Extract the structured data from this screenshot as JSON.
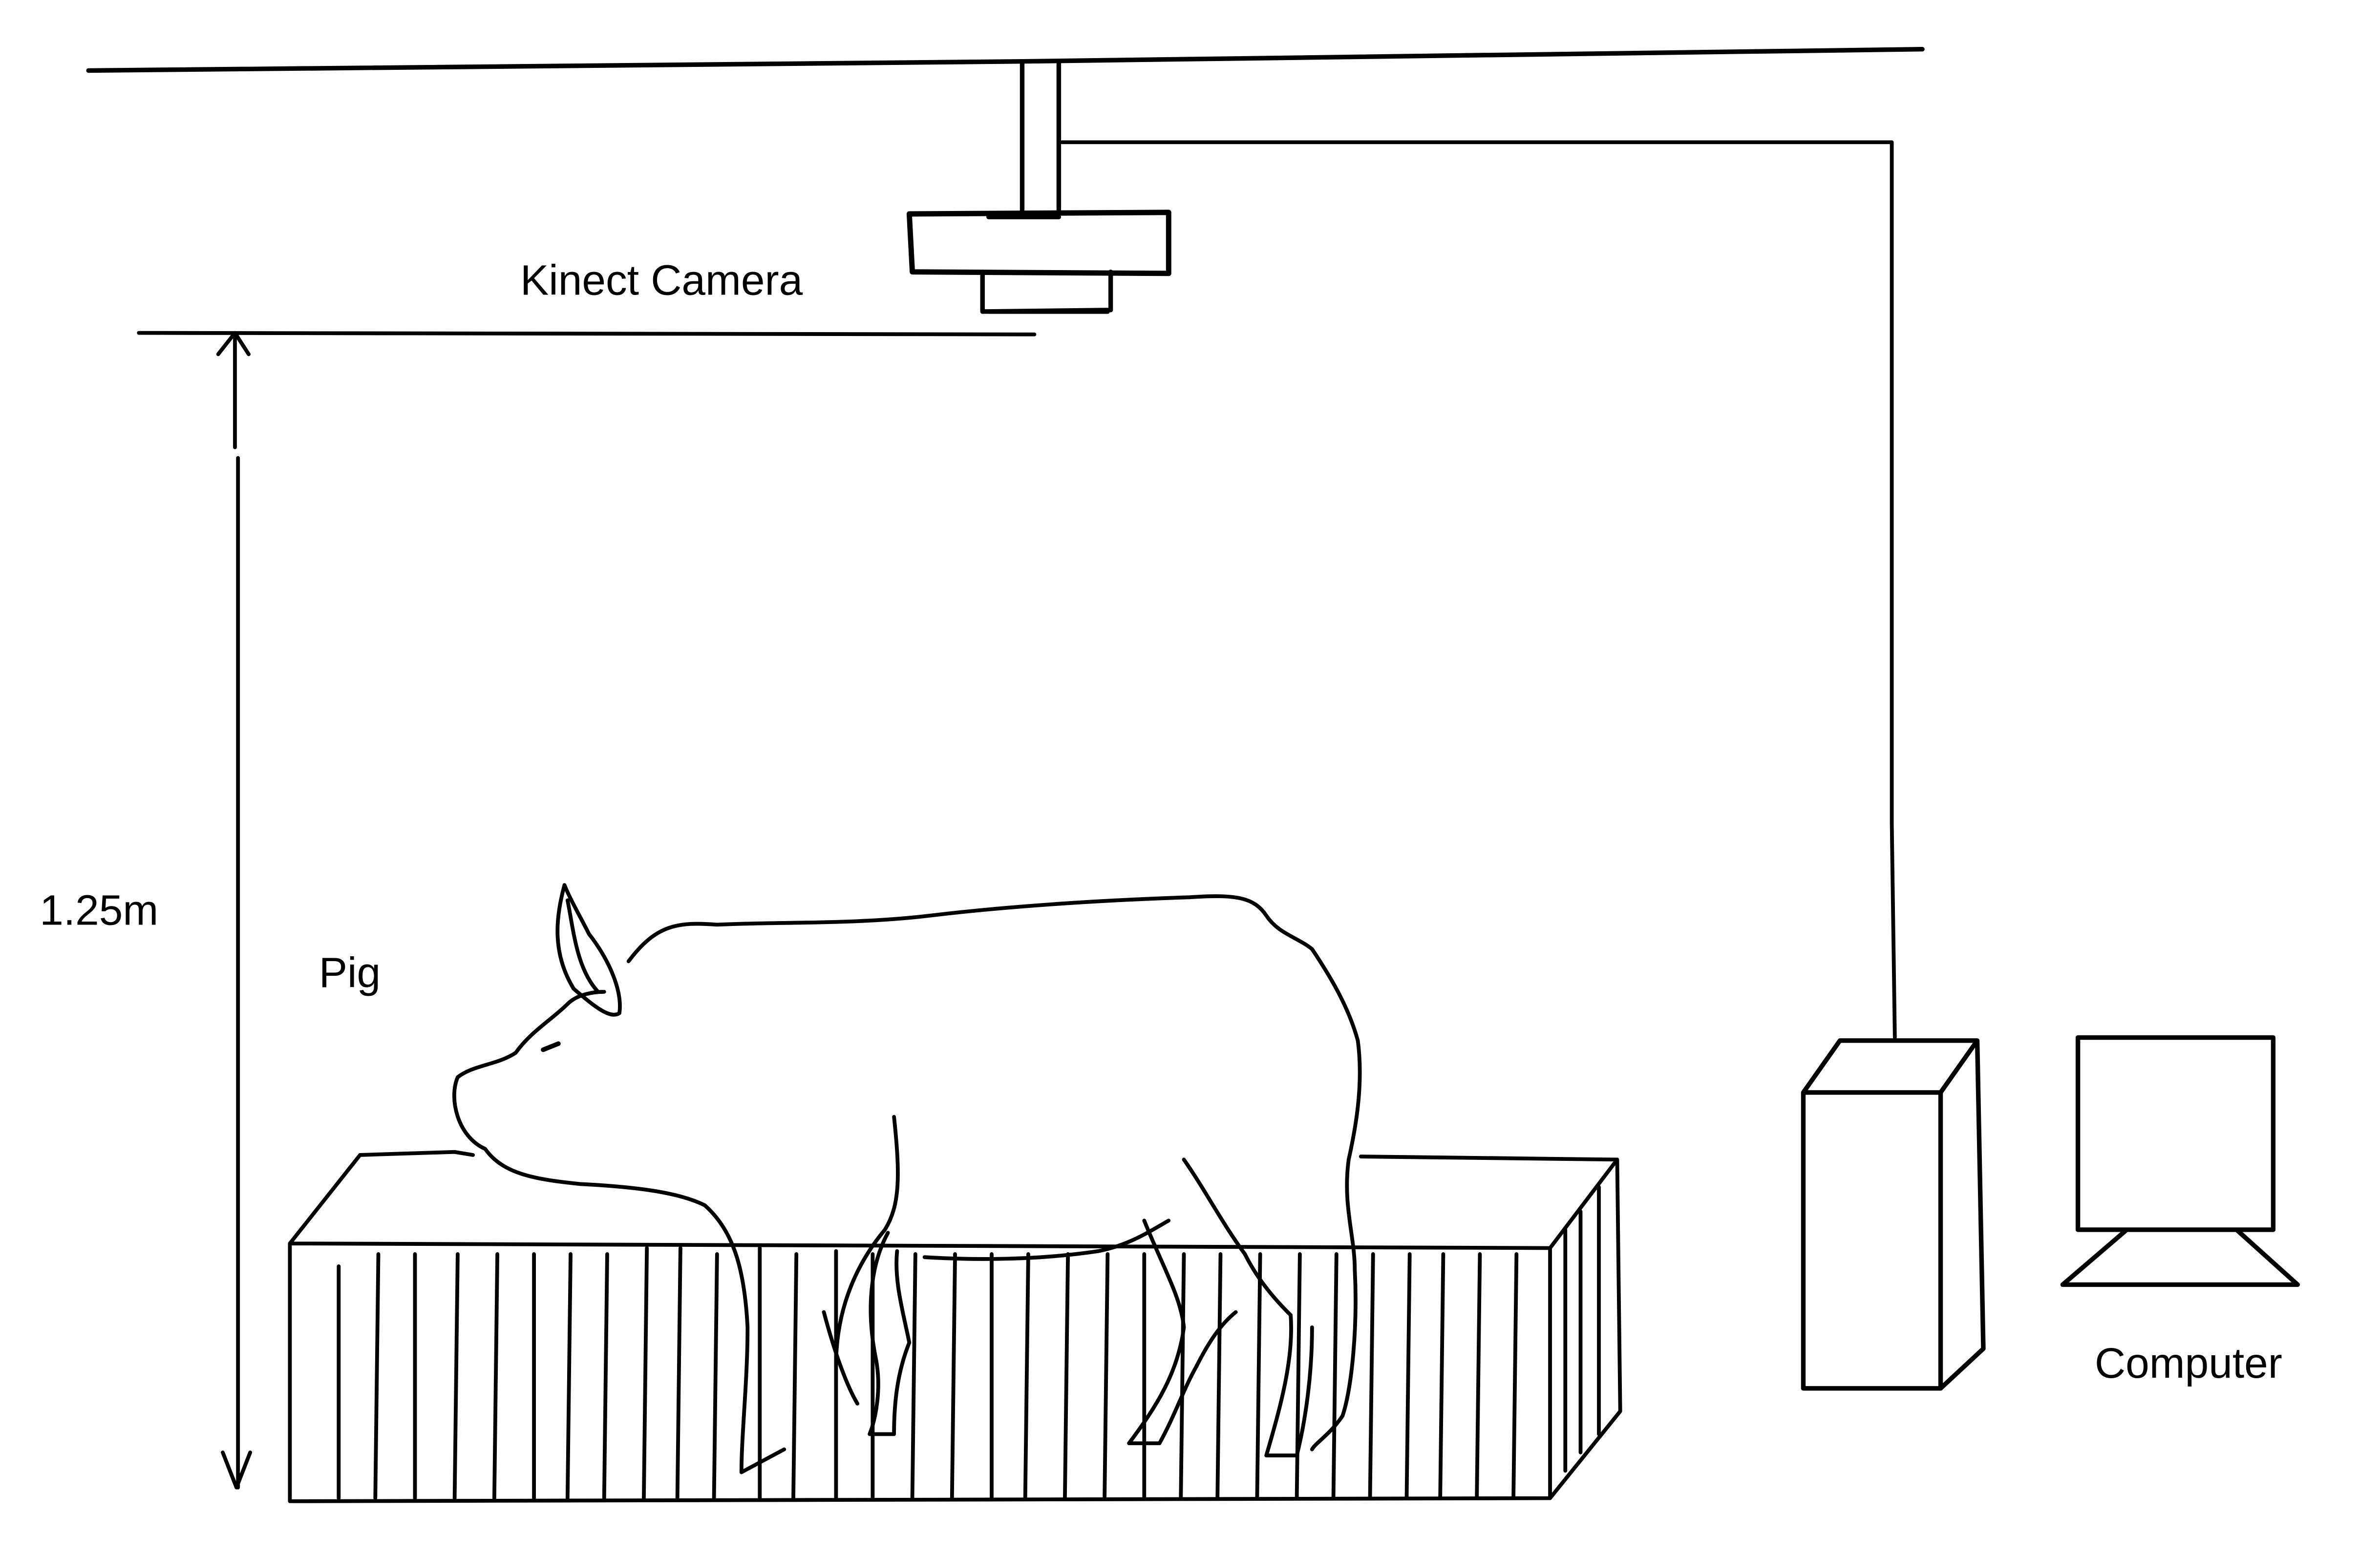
{
  "labels": {
    "camera": "Kinect Camera",
    "height": "1.25m",
    "animal": "Pig",
    "computer": "Computer"
  },
  "colors": {
    "background": "#ffffff",
    "ink": "#000000"
  }
}
